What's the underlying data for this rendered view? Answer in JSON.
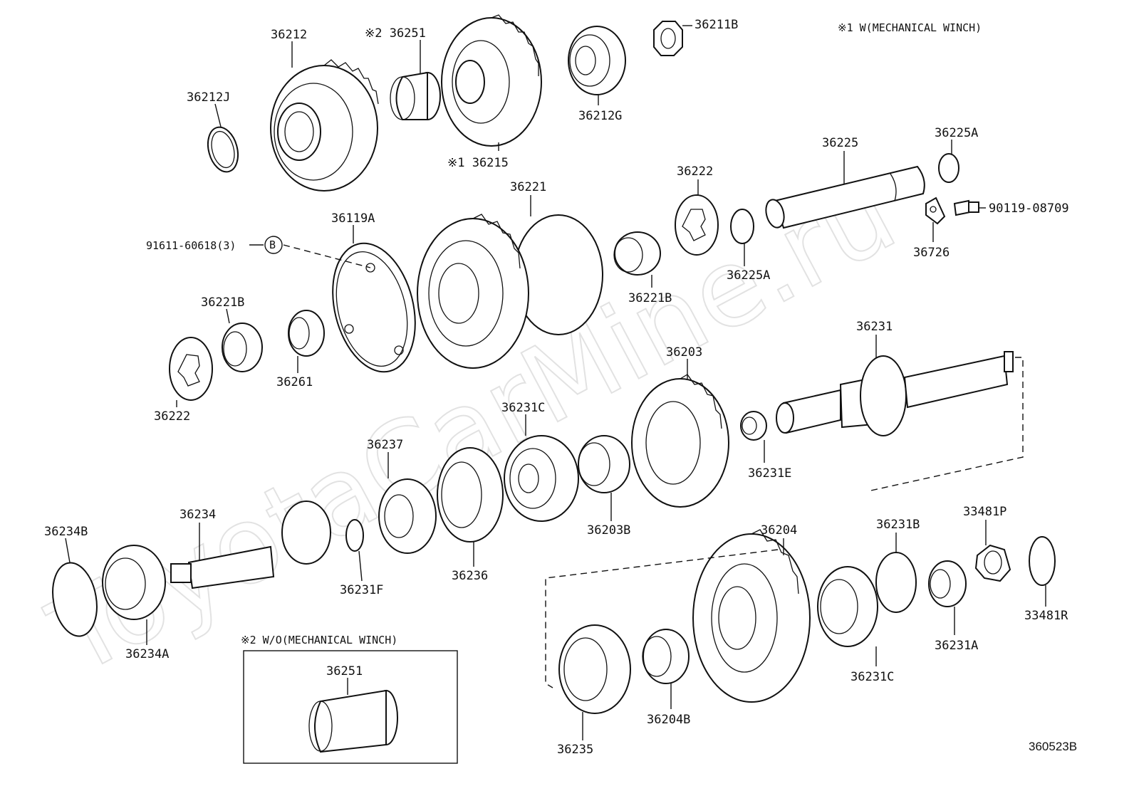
{
  "diagram": {
    "watermark": "ToyotaCarMine.ru",
    "drawing_number": "360523B",
    "notes": [
      {
        "id": "note-1",
        "text": "※1 W(MECHANICAL WINCH)"
      },
      {
        "id": "note-2",
        "text": "※2 W/O(MECHANICAL WINCH)"
      }
    ],
    "labels": [
      {
        "id": "36212",
        "text": "36212"
      },
      {
        "id": "36212J",
        "text": "36212J"
      },
      {
        "id": "36251-top",
        "text": "※2 36251"
      },
      {
        "id": "36215",
        "text": "※1 36215"
      },
      {
        "id": "36212G",
        "text": "36212G"
      },
      {
        "id": "36211B",
        "text": "36211B"
      },
      {
        "id": "36225",
        "text": "36225"
      },
      {
        "id": "36225A-top",
        "text": "36225A"
      },
      {
        "id": "90119-08709",
        "text": "90119-08709"
      },
      {
        "id": "36726",
        "text": "36726"
      },
      {
        "id": "36222-top",
        "text": "36222"
      },
      {
        "id": "36225A-mid",
        "text": "36225A"
      },
      {
        "id": "36221",
        "text": "36221"
      },
      {
        "id": "36221B-right",
        "text": "36221B"
      },
      {
        "id": "36119A",
        "text": "36119A"
      },
      {
        "id": "91611-60618",
        "text": "91611-60618(3)"
      },
      {
        "id": "ref-b",
        "text": "B"
      },
      {
        "id": "36221B-left",
        "text": "36221B"
      },
      {
        "id": "36261",
        "text": "36261"
      },
      {
        "id": "36222-bottom",
        "text": "36222"
      },
      {
        "id": "36231",
        "text": "36231"
      },
      {
        "id": "36203",
        "text": "36203"
      },
      {
        "id": "36231E",
        "text": "36231E"
      },
      {
        "id": "36231C-top",
        "text": "36231C"
      },
      {
        "id": "36237",
        "text": "36237"
      },
      {
        "id": "36203B",
        "text": "36203B"
      },
      {
        "id": "36236",
        "text": "36236"
      },
      {
        "id": "36234",
        "text": "36234"
      },
      {
        "id": "36231F",
        "text": "36231F"
      },
      {
        "id": "36234B",
        "text": "36234B"
      },
      {
        "id": "36234A",
        "text": "36234A"
      },
      {
        "id": "36204",
        "text": "36204"
      },
      {
        "id": "36231B",
        "text": "36231B"
      },
      {
        "id": "33481P",
        "text": "33481P"
      },
      {
        "id": "36231A",
        "text": "36231A"
      },
      {
        "id": "33481R",
        "text": "33481R"
      },
      {
        "id": "36231C-bottom",
        "text": "36231C"
      },
      {
        "id": "36235",
        "text": "36235"
      },
      {
        "id": "36204B",
        "text": "36204B"
      },
      {
        "id": "36251-box",
        "text": "36251"
      }
    ]
  }
}
